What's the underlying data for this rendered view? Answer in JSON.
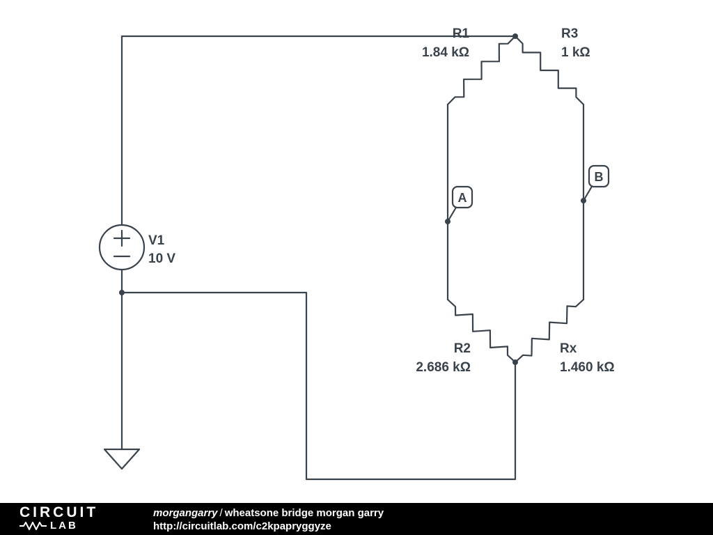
{
  "schematic": {
    "components": {
      "v1": {
        "name": "V1",
        "value": "10 V"
      },
      "r1": {
        "name": "R1",
        "value": "1.84 kΩ"
      },
      "r3": {
        "name": "R3",
        "value": "1 kΩ"
      },
      "r2": {
        "name": "R2",
        "value": "2.686 kΩ"
      },
      "rx": {
        "name": "Rx",
        "value": "1.460 kΩ"
      }
    },
    "nodes": {
      "a": "A",
      "b": "B"
    },
    "colors": {
      "wire": "#3a434c",
      "background": "#ffffff",
      "footer": "#000000"
    }
  },
  "footer": {
    "logo_line1": "CIRCUIT",
    "logo_line2": "LAB",
    "author": "morgangarry",
    "separator": "/",
    "title": "wheatsone bridge morgan garry",
    "url": "http://circuitlab.com/c2kpapryggyze"
  }
}
